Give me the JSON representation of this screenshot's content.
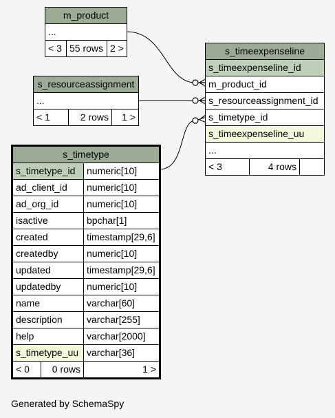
{
  "footer_text": "Generated by SchemaSpy",
  "tables": {
    "m_product": {
      "name": "m_product",
      "ellipsis": "...",
      "nav_left": "< 3",
      "rows": "55 rows",
      "nav_right": "2 >"
    },
    "s_resourceassignment": {
      "name": "s_resourceassignment",
      "ellipsis": "...",
      "nav_left": "< 1",
      "rows": "2 rows",
      "nav_right": "1 >"
    },
    "s_timeexpenseline": {
      "name": "s_timeexpenseline",
      "columns": [
        "s_timeexpenseline_id",
        "m_product_id",
        "s_resourceassignment_id",
        "s_timetype_id",
        "s_timeexpenseline_uu"
      ],
      "ellipsis": "...",
      "nav_left": "< 3",
      "rows": "4 rows",
      "nav_right": ""
    },
    "s_timetype": {
      "name": "s_timetype",
      "columns": [
        {
          "name": "s_timetype_id",
          "type": "numeric[10]"
        },
        {
          "name": "ad_client_id",
          "type": "numeric[10]"
        },
        {
          "name": "ad_org_id",
          "type": "numeric[10]"
        },
        {
          "name": "isactive",
          "type": "bpchar[1]"
        },
        {
          "name": "created",
          "type": "timestamp[29,6]"
        },
        {
          "name": "createdby",
          "type": "numeric[10]"
        },
        {
          "name": "updated",
          "type": "timestamp[29,6]"
        },
        {
          "name": "updatedby",
          "type": "numeric[10]"
        },
        {
          "name": "name",
          "type": "varchar[60]"
        },
        {
          "name": "description",
          "type": "varchar[255]"
        },
        {
          "name": "help",
          "type": "varchar[2000]"
        },
        {
          "name": "s_timetype_uu",
          "type": "varchar[36]"
        }
      ],
      "nav_left": "< 0",
      "rows": "0 rows",
      "nav_right": "1 >"
    }
  }
}
